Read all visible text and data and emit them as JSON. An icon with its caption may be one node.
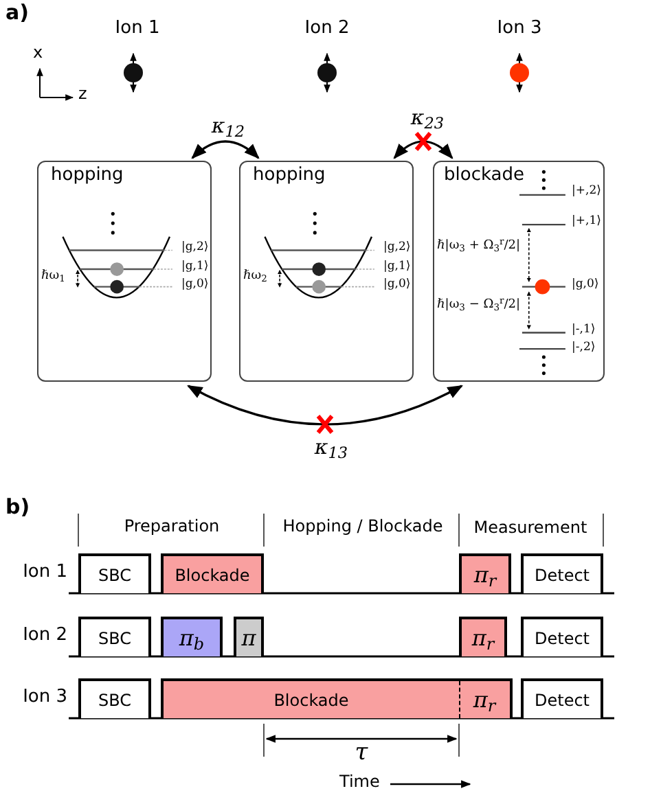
{
  "diagram": {
    "nodes": [
      {
        "text": [
          "hopping",
          "|g,2⟩",
          "|g,1⟩",
          "|g,0⟩",
          "ℏω$_{1}$"
        ]
      },
      {
        "text": [
          "hopping",
          "|g,2⟩",
          "|g,1⟩",
          "|g,0⟩",
          "ℏω$_{2}$"
        ]
      },
      {
        "text": [
          "blockade",
          "|+,2⟩",
          "|+,1⟩",
          "|g,0⟩",
          "|-,1⟩",
          "|-,2⟩",
          "ℏ|ω$_{3}$ + Ω$_{3}$$^{r}$/2|",
          "ℏ|ω$_{3}$ − Ω$_{3}$$^{r}$/2|"
        ]
      },
      {
        "text": [
          "SBC"
        ]
      },
      {
        "text": [
          "Blockade"
        ]
      },
      {
        "text": [
          "π$_{r}$"
        ]
      },
      {
        "text": [
          "Detect"
        ]
      },
      {
        "text": [
          "SBC"
        ]
      },
      {
        "text": [
          "π$_{b}$"
        ]
      },
      {
        "text": [
          "π"
        ]
      },
      {
        "text": [
          "π$_{r}$"
        ]
      },
      {
        "text": [
          "Detect"
        ]
      },
      {
        "text": [
          "SBC"
        ]
      },
      {
        "text": [
          "Blockade",
          "π$_{r}$"
        ]
      },
      {
        "text": [
          "Detect"
        ]
      }
    ],
    "edges": [
      {
        "from": 0,
        "to": 1,
        "arrow": "both",
        "label": "κ$_{12}$"
      },
      {
        "from": 1,
        "to": 2,
        "arrow": "both",
        "label": "κ$_{23}$"
      },
      {
        "from": 0,
        "to": 2,
        "arrow": "both",
        "label": "κ$_{13}$"
      }
    ],
    "labels": [
      "a)",
      "Ion 1",
      "Ion 2",
      "Ion 3",
      "x",
      "z",
      "b)",
      "Preparation",
      "Hopping / Blockade",
      "Measurement",
      "Ion 1",
      "Ion 2",
      "Ion 3",
      "τ",
      "Time"
    ]
  }
}
